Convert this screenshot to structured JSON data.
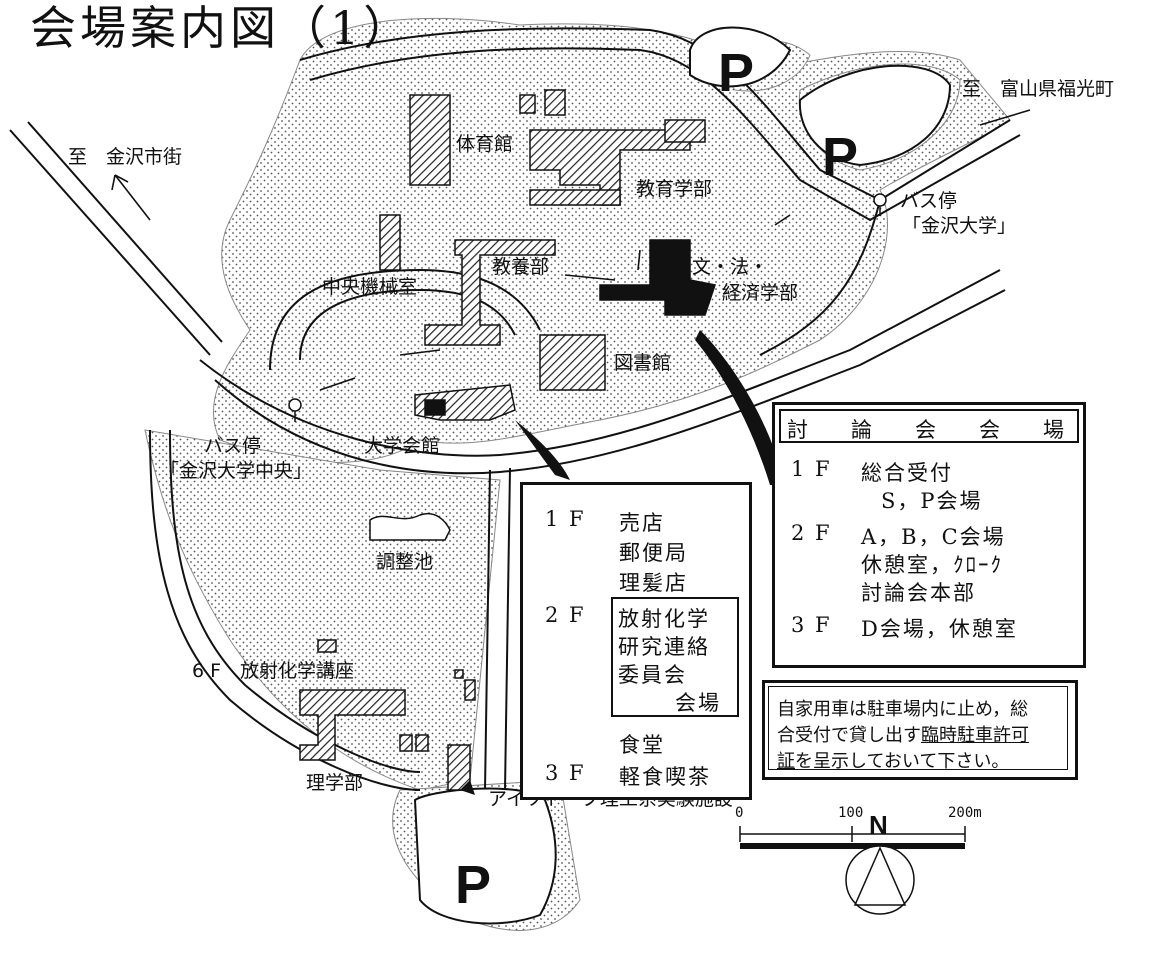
{
  "title": "会場案内図（1）",
  "parking_label": "P",
  "direction_labels": {
    "to_toyama": "至　富山県福光町",
    "to_kanazawa": "至　金沢市街"
  },
  "bus_stops": [
    {
      "name": "バス停",
      "stop": "「金沢大学」"
    },
    {
      "name": "バス停",
      "stop": "「金沢大学中央」"
    }
  ],
  "buildings": {
    "gym": "体育館",
    "education": "教育学部",
    "general": "教養部",
    "machine_room": "中央機械室",
    "law_econ_line1": "文・法・",
    "law_econ_line2": "経済学部",
    "library": "図書館",
    "hall": "大学会館",
    "pond": "調整池",
    "science": "理学部",
    "radiochem_lab": "6 F　放射化学講座",
    "isotope": "アイソトープ理工系実験施設"
  },
  "venue_box": {
    "header_chars": [
      "討",
      "論",
      "会",
      "会",
      "場"
    ],
    "rows": [
      {
        "floor": "1 F",
        "text": "総合受付"
      },
      {
        "floor": "",
        "text": "S，P会場"
      },
      {
        "floor": "2 F",
        "text": "A，B，C会場"
      },
      {
        "floor": "",
        "text": "休憩室，ｸﾛｰｸ"
      },
      {
        "floor": "",
        "text": "討論会本部"
      },
      {
        "floor": "3 F",
        "text": "D会場，休憩室"
      }
    ]
  },
  "hall_box": {
    "rows": [
      {
        "floor": "1 F",
        "text": "売店"
      },
      {
        "floor": "",
        "text": "郵便局"
      },
      {
        "floor": "",
        "text": "理髪店"
      },
      {
        "floor": "2 F",
        "text": "放射化学"
      },
      {
        "floor": "",
        "text": "研究連絡"
      },
      {
        "floor": "",
        "text": "委員会"
      },
      {
        "floor": "",
        "text": "会場"
      },
      {
        "floor": "",
        "text": "食堂"
      },
      {
        "floor": "3 F",
        "text": "軽食喫茶"
      }
    ]
  },
  "notice": {
    "line1": "自家用車は駐車場内に止め，総",
    "line2_plain": "合受付で貸し出す",
    "line2_underlined": "臨時駐車許可",
    "line3_underlined": "証",
    "line3_plain": "を呈示しておいて下さい。"
  },
  "scale": {
    "t0": "0",
    "t1": "100",
    "t2": "200m"
  },
  "north": "N"
}
